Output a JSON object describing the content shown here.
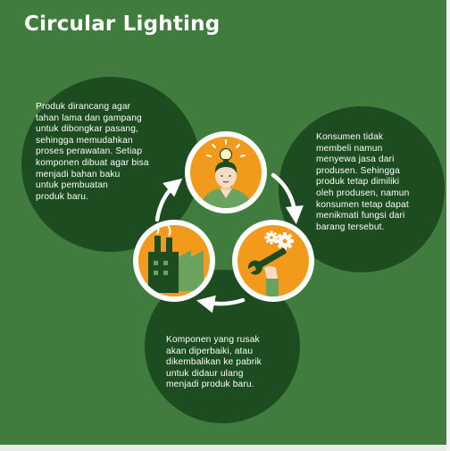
{
  "title": "Circular Lighting",
  "texts": {
    "design": [
      "Produk dirancang agar",
      "tahan lama dan gampang",
      "untuk dibongkar pasang,",
      "sehingga memudahkan",
      "proses perawatan. Setiap",
      "komponen dibuat agar bisa",
      "menjadi bahan baku",
      "untuk pembuatan",
      "produk baru.",
      ""
    ],
    "consumer": [
      "Konsumen tidak",
      "membeli namun",
      "menyewa jasa dari",
      "produsen. Sehingga",
      "produk tetap dimiliki",
      "oleh produsen, namun",
      "konsumen tetap dapat",
      "menikmati fungsi dari",
      "barang tersebut.",
      ""
    ],
    "repair": [
      "Komponen yang rusak",
      "akan diperbaiki, atau",
      "dikembalikan ke pabrik",
      "untuk didaur ulang",
      "menjadi produk baru."
    ]
  },
  "colors": {
    "background": "#3f7c3d",
    "bubble": "#1c4c1f",
    "accent": "#f29a1c",
    "icon_green": "#6aa35d",
    "text": "#ffffff"
  },
  "icons": [
    "consumer-idea-icon",
    "factory-icon",
    "repair-tools-icon"
  ]
}
